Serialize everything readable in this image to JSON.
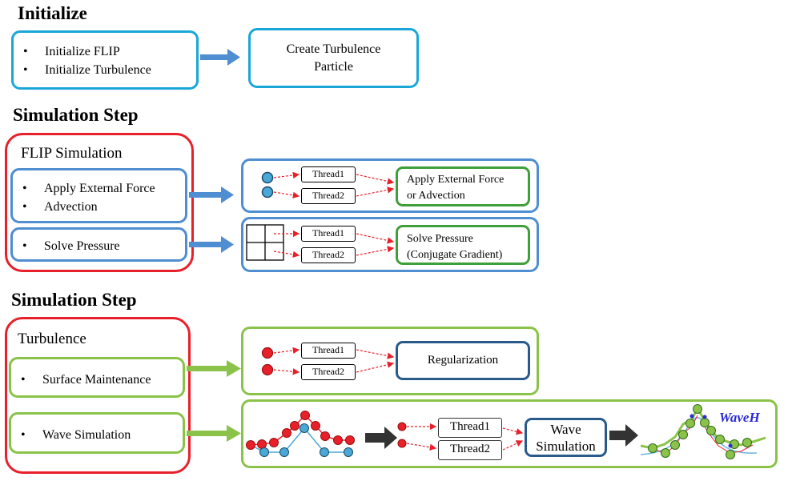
{
  "initialize": {
    "heading": "Initialize",
    "items": [
      "Initialize FLIP",
      "Initialize Turbulence"
    ],
    "result": [
      "Create Turbulence",
      "Particle"
    ]
  },
  "flip_section": {
    "heading": "Simulation Step",
    "group_title": "FLIP Simulation",
    "items_top": [
      "Apply External Force",
      "Advection"
    ],
    "item_bottom": "Solve Pressure",
    "thread1": "Thread1",
    "thread2": "Thread2",
    "result_top": [
      "Apply External Force",
      "or Advection"
    ],
    "result_bottom": [
      "Solve Pressure",
      "(Conjugate Gradient)"
    ]
  },
  "turb_section": {
    "heading": "Simulation Step",
    "group_title": "Turbulence",
    "item_top": "Surface Maintenance",
    "item_bottom": "Wave Simulation",
    "thread1": "Thread1",
    "thread2": "Thread2",
    "result_top": "Regularization",
    "result_bottom": [
      "Wave",
      "Simulation"
    ],
    "wave_label": "WaveH"
  },
  "colors": {
    "cyan": "#1aa7d8",
    "red": "#e8202a",
    "blue": "#4f8ed0",
    "green": "#8bc34a",
    "arrow_blue": "#4f8ed0",
    "arrow_green": "#8bc34a",
    "wave_label": "#2b2bd6"
  }
}
